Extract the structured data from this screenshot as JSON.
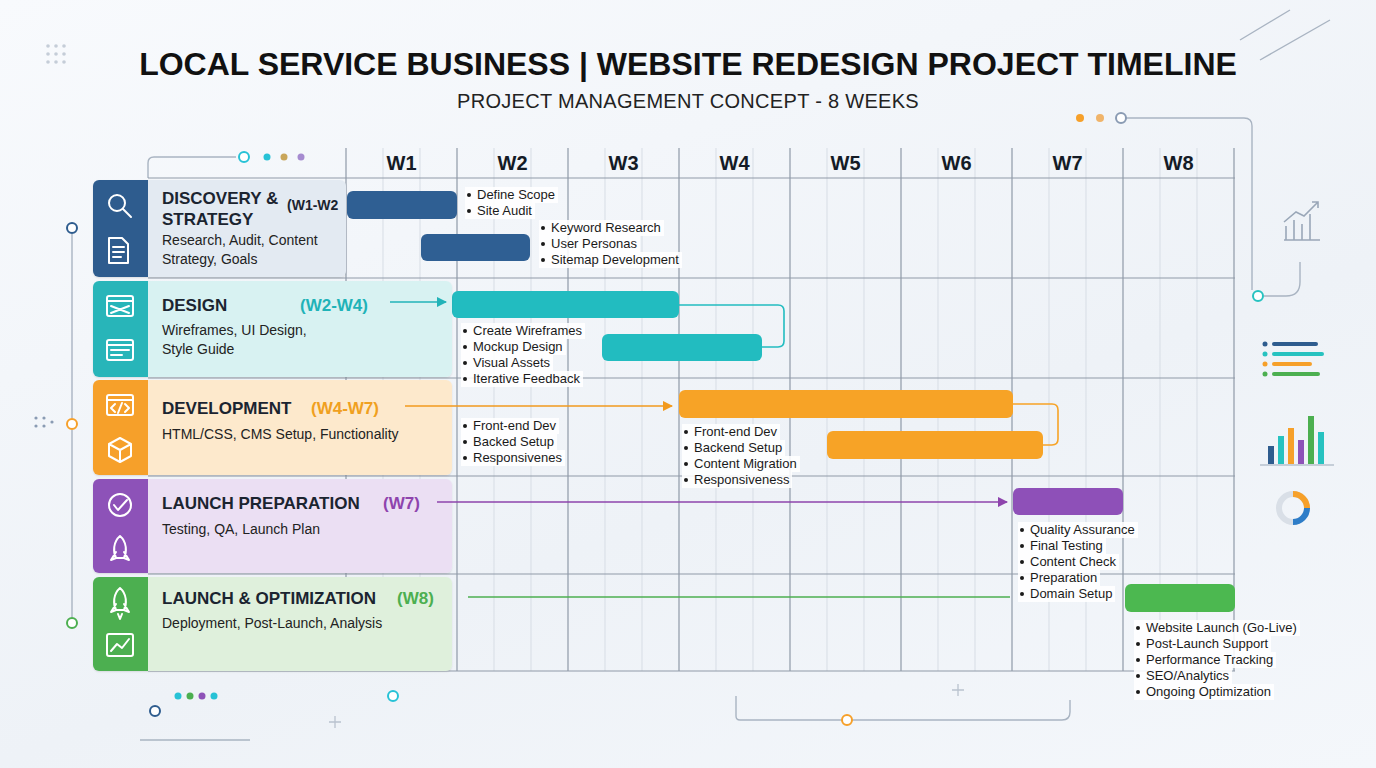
{
  "diagram": {
    "title": "LOCAL SERVICE BUSINESS | WEBSITE REDESIGN PROJECT TIMELINE",
    "nodes": [
      {
        "text": [
          "DISCOVERY & STRATEGY",
          "(W1-W2",
          "Research, Audit, Content Strategy, Goals"
        ]
      },
      {
        "text": [
          "DESIGN",
          "(W2-W4)",
          "Wireframes, UI Design, Style Guide"
        ]
      },
      {
        "text": [
          "DEVELOPMENT",
          "(W4-W7)",
          "HTML/CSS, CMS Setup, Functionality"
        ]
      },
      {
        "text": [
          "LAUNCH PREPARATION",
          "(W7)",
          "Testing, QA, Launch Plan"
        ]
      },
      {
        "text": [
          "LAUNCH & OPTIMIZATION",
          "(W8)",
          "Deployment, Post-Launch, Analysis"
        ]
      }
    ],
    "labels": [
      "PROJECT MANAGEMENT CONCEPT - 8 WEEKS",
      "W1",
      "W2",
      "W3",
      "W4",
      "W5",
      "W6",
      "W7",
      "W8",
      "Define Scope",
      "Site Audit",
      "Keyword Research",
      "User Personas",
      "Sitemap Development",
      "Create Wireframes",
      "Mockup Design",
      "Visual Assets",
      "Iterative Feedback",
      "Front-end Dev",
      "Backed Setup",
      "Responsivenes",
      "Front-end Dev",
      "Backend Setup",
      "Content Migration",
      "Responsiveness",
      "Quality Assurance",
      "Final Testing",
      "Content Check",
      "Preparation",
      "Domain Setup",
      "Website Launch (Go-Live)",
      "Post-Launch Support",
      "Performance Tracking",
      "SEO/Analytics",
      "Ongoing Optimization"
    ]
  }
}
